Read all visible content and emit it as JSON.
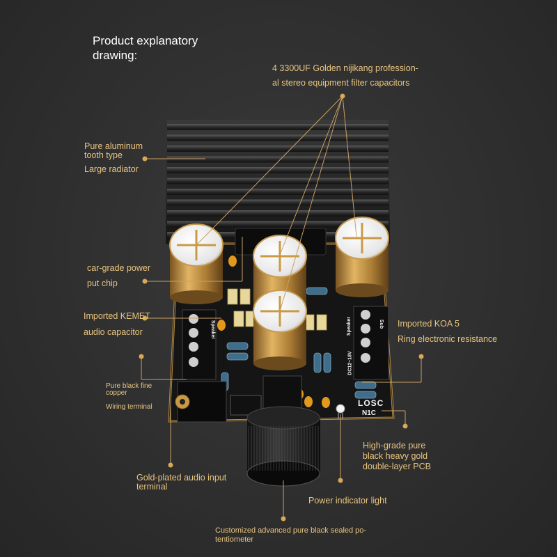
{
  "title": "Product explanatory drawing:",
  "labels": {
    "capacitors_line1": "4 3300UF Golden nijikang profession-",
    "capacitors_line2": "al stereo equipment filter capacitors",
    "radiator_line1": "Pure aluminum",
    "radiator_line2": "tooth type",
    "radiator_line3": "Large radiator",
    "chip_line1": "car-grade power",
    "chip_line2": "put chip",
    "kemet_line1": "Imported KEMET",
    "kemet_line2": "audio capacitor",
    "koa_line1": "Imported KOA 5",
    "koa_line2": "Ring electronic resistance",
    "copper_line1": "Pure black fine",
    "copper_line2": "copper",
    "wiring": "Wiring terminal",
    "pcb_line1": "High-grade pure",
    "pcb_line2": "black heavy gold",
    "pcb_line3": "double-layer PCB",
    "audio_in_line1": "Gold-plated audio input",
    "audio_in_line2": "terminal",
    "power_light": "Power indicator light",
    "pot_line1": "Customized advanced pure black sealed po-",
    "pot_line2": "tentiometer"
  },
  "board": {
    "logo": "LOSC",
    "model": "N1C",
    "speaker_label": "Speaker",
    "sub_label": "Sub",
    "dc_label": "DC12~18V"
  },
  "colors": {
    "background": "#323232",
    "annotation": "#e8c47f",
    "callout_dot": "#d9a85a",
    "pcb": "#151515",
    "gold": "#c99a45",
    "capacitor": "#b8873a"
  }
}
